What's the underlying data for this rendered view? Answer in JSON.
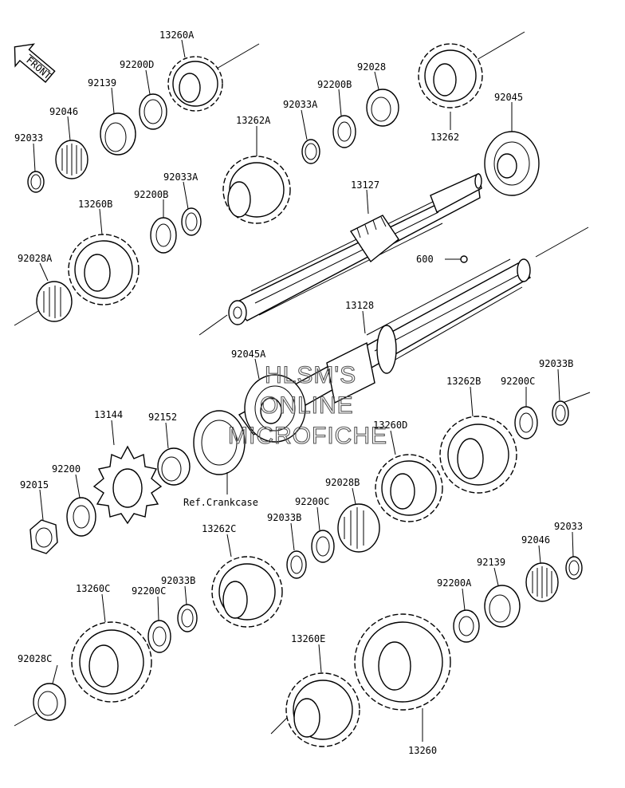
{
  "diagram": {
    "front_arrow_text": "FRONT",
    "watermark": [
      "HLSM'S",
      "ONLINE",
      "MICROFICHE"
    ],
    "labels": [
      {
        "id": "l1",
        "text": "13260A"
      },
      {
        "id": "l2",
        "text": "92200D"
      },
      {
        "id": "l3",
        "text": "92139"
      },
      {
        "id": "l4",
        "text": "92046"
      },
      {
        "id": "l5",
        "text": "92033"
      },
      {
        "id": "l6",
        "text": "92028"
      },
      {
        "id": "l7",
        "text": "92200B"
      },
      {
        "id": "l8",
        "text": "92033A"
      },
      {
        "id": "l9",
        "text": "13262A"
      },
      {
        "id": "l10",
        "text": "13262"
      },
      {
        "id": "l11",
        "text": "92045"
      },
      {
        "id": "l12",
        "text": "92033A"
      },
      {
        "id": "l13",
        "text": "92200B"
      },
      {
        "id": "l14",
        "text": "13260B"
      },
      {
        "id": "l15",
        "text": "13127"
      },
      {
        "id": "l16",
        "text": "92028A"
      },
      {
        "id": "l17",
        "text": "600"
      },
      {
        "id": "l18",
        "text": "13128"
      },
      {
        "id": "l19",
        "text": "92045A"
      },
      {
        "id": "l20",
        "text": "92033B"
      },
      {
        "id": "l21",
        "text": "13262B"
      },
      {
        "id": "l22",
        "text": "92200C"
      },
      {
        "id": "l23",
        "text": "13144"
      },
      {
        "id": "l24",
        "text": "92152"
      },
      {
        "id": "l25",
        "text": "13260D"
      },
      {
        "id": "l26",
        "text": "92200"
      },
      {
        "id": "l27",
        "text": "92015"
      },
      {
        "id": "l28",
        "text": "Ref.Crankcase"
      },
      {
        "id": "l29",
        "text": "92028B"
      },
      {
        "id": "l30",
        "text": "92200C"
      },
      {
        "id": "l31",
        "text": "92033B"
      },
      {
        "id": "l32",
        "text": "13262C"
      },
      {
        "id": "l33",
        "text": "92139"
      },
      {
        "id": "l34",
        "text": "92046"
      },
      {
        "id": "l35",
        "text": "92033"
      },
      {
        "id": "l36",
        "text": "13260C"
      },
      {
        "id": "l37",
        "text": "92200C"
      },
      {
        "id": "l38",
        "text": "92033B"
      },
      {
        "id": "l39",
        "text": "92200A"
      },
      {
        "id": "l40",
        "text": "13260E"
      },
      {
        "id": "l41",
        "text": "92028C"
      },
      {
        "id": "l42",
        "text": "13260"
      }
    ]
  }
}
